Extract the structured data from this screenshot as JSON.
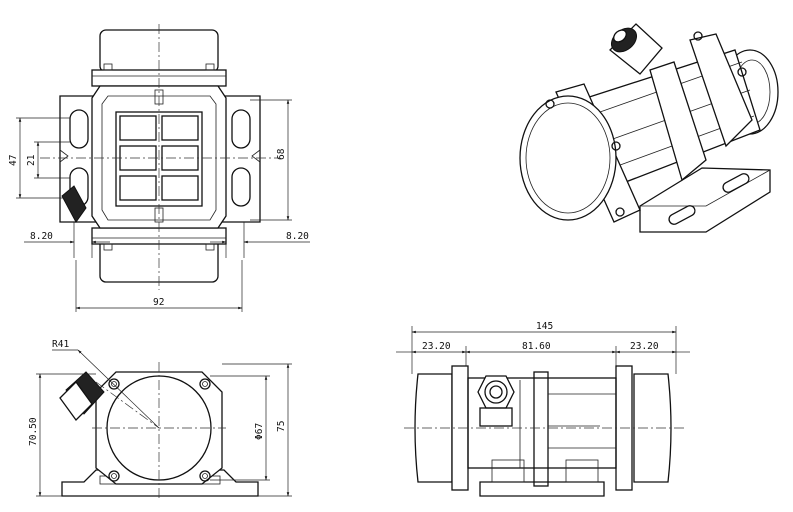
{
  "views": {
    "top": {
      "dims": {
        "d47": "47",
        "d21": "21",
        "d68": "68",
        "d820_left": "8.20",
        "d820_right": "8.20",
        "d92": "92"
      }
    },
    "front": {
      "dims": {
        "r41": "R41",
        "d7050": "70.50",
        "d67": "Φ67",
        "d75": "75"
      }
    },
    "side": {
      "dims": {
        "d145": "145",
        "d2320_left": "23.20",
        "d8160": "81.60",
        "d2320_right": "23.20"
      }
    },
    "iso": {}
  }
}
